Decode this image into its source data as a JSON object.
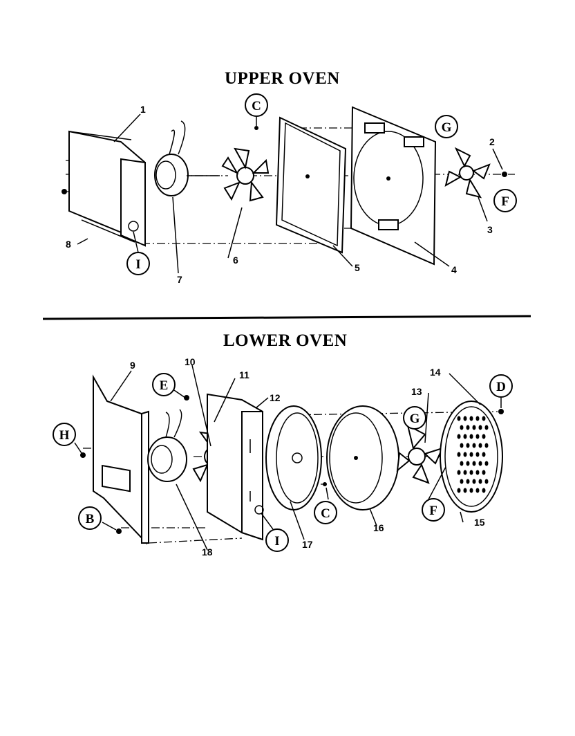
{
  "upper": {
    "title": "UPPER OVEN",
    "numbers": [
      "1",
      "2",
      "3",
      "4",
      "5",
      "6",
      "7",
      "8"
    ],
    "letters": [
      "C",
      "G",
      "F",
      "I"
    ]
  },
  "lower": {
    "title": "LOWER OVEN",
    "numbers": [
      "9",
      "10",
      "11",
      "12",
      "13",
      "14",
      "15",
      "16",
      "17",
      "18"
    ],
    "letters": [
      "E",
      "D",
      "H",
      "G",
      "B",
      "C",
      "I",
      "F"
    ]
  }
}
